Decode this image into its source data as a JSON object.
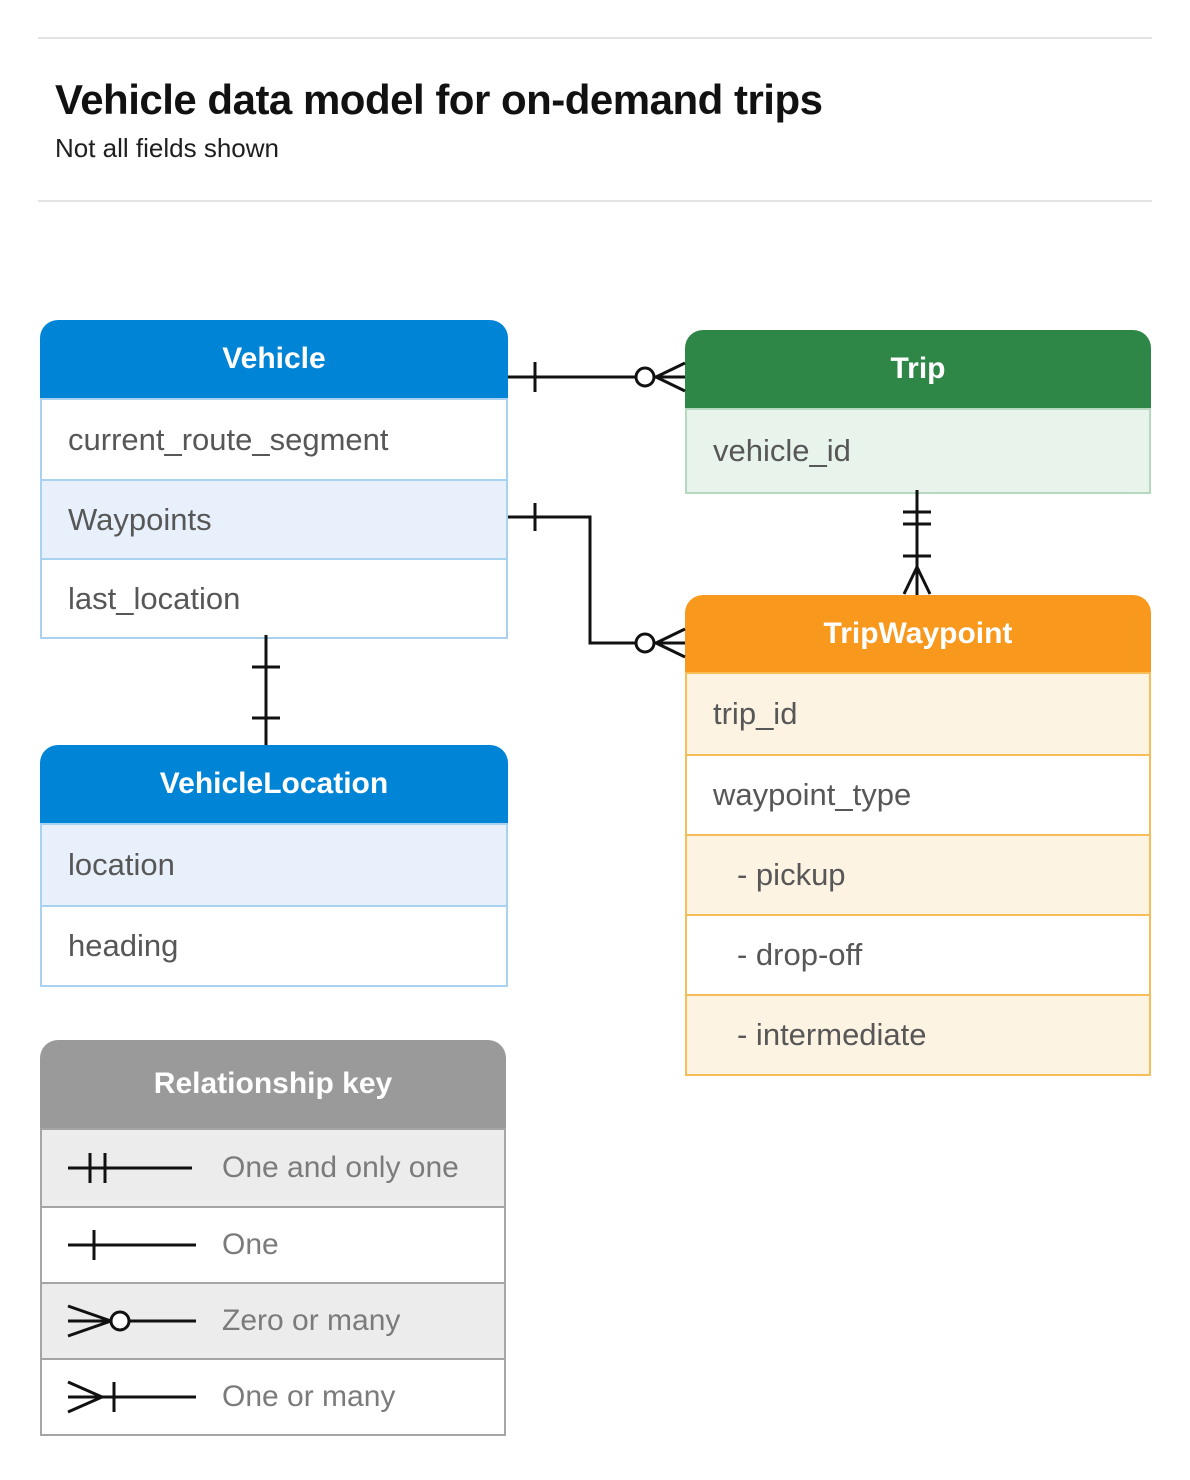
{
  "page": {
    "title": "Vehicle data model for on-demand trips",
    "subtitle": "Not all fields shown"
  },
  "colors": {
    "blue": "#0084d6",
    "blue_light": "#e8f1fb",
    "blue_border": "#a9d2f0",
    "green": "#2e8747",
    "green_light": "#e7f3eb",
    "green_border": "#b5d8bf",
    "orange": "#f8981d",
    "orange_light": "#fdf3e3",
    "orange_border": "#f7bd57",
    "gray": "#9a9a9a",
    "gray_light": "#ececec",
    "gray_border": "#a5a5a5",
    "connector": "#111111",
    "field_text": "#575757",
    "legend_text": "#7b7b7b"
  },
  "tables": {
    "vehicle": {
      "title": "Vehicle",
      "rows": [
        "current_route_segment",
        "Waypoints",
        "last_location"
      ]
    },
    "trip": {
      "title": "Trip",
      "rows": [
        "vehicle_id"
      ]
    },
    "trip_waypoint": {
      "title": "TripWaypoint",
      "rows": [
        "trip_id",
        "waypoint_type",
        "- pickup",
        "- drop-off",
        "- intermediate"
      ]
    },
    "vehicle_location": {
      "title": "VehicleLocation",
      "rows": [
        "location",
        "heading"
      ]
    }
  },
  "legend": {
    "title": "Relationship key",
    "rows": [
      {
        "symbol": "one-and-only-one",
        "label": "One and only one"
      },
      {
        "symbol": "one",
        "label": "One"
      },
      {
        "symbol": "zero-or-many",
        "label": "Zero or many"
      },
      {
        "symbol": "one-or-many",
        "label": "One or many"
      }
    ]
  },
  "relationships": [
    {
      "from": "Vehicle",
      "to": "Trip",
      "from_cardinality": "one",
      "to_cardinality": "zero-or-many"
    },
    {
      "from": "Vehicle.Waypoints",
      "to": "TripWaypoint",
      "from_cardinality": "one",
      "to_cardinality": "zero-or-many"
    },
    {
      "from": "Trip",
      "to": "TripWaypoint",
      "from_cardinality": "one-and-only-one",
      "to_cardinality": "one-or-many"
    },
    {
      "from": "Vehicle.last_location",
      "to": "VehicleLocation",
      "from_cardinality": "one",
      "to_cardinality": "one"
    }
  ]
}
